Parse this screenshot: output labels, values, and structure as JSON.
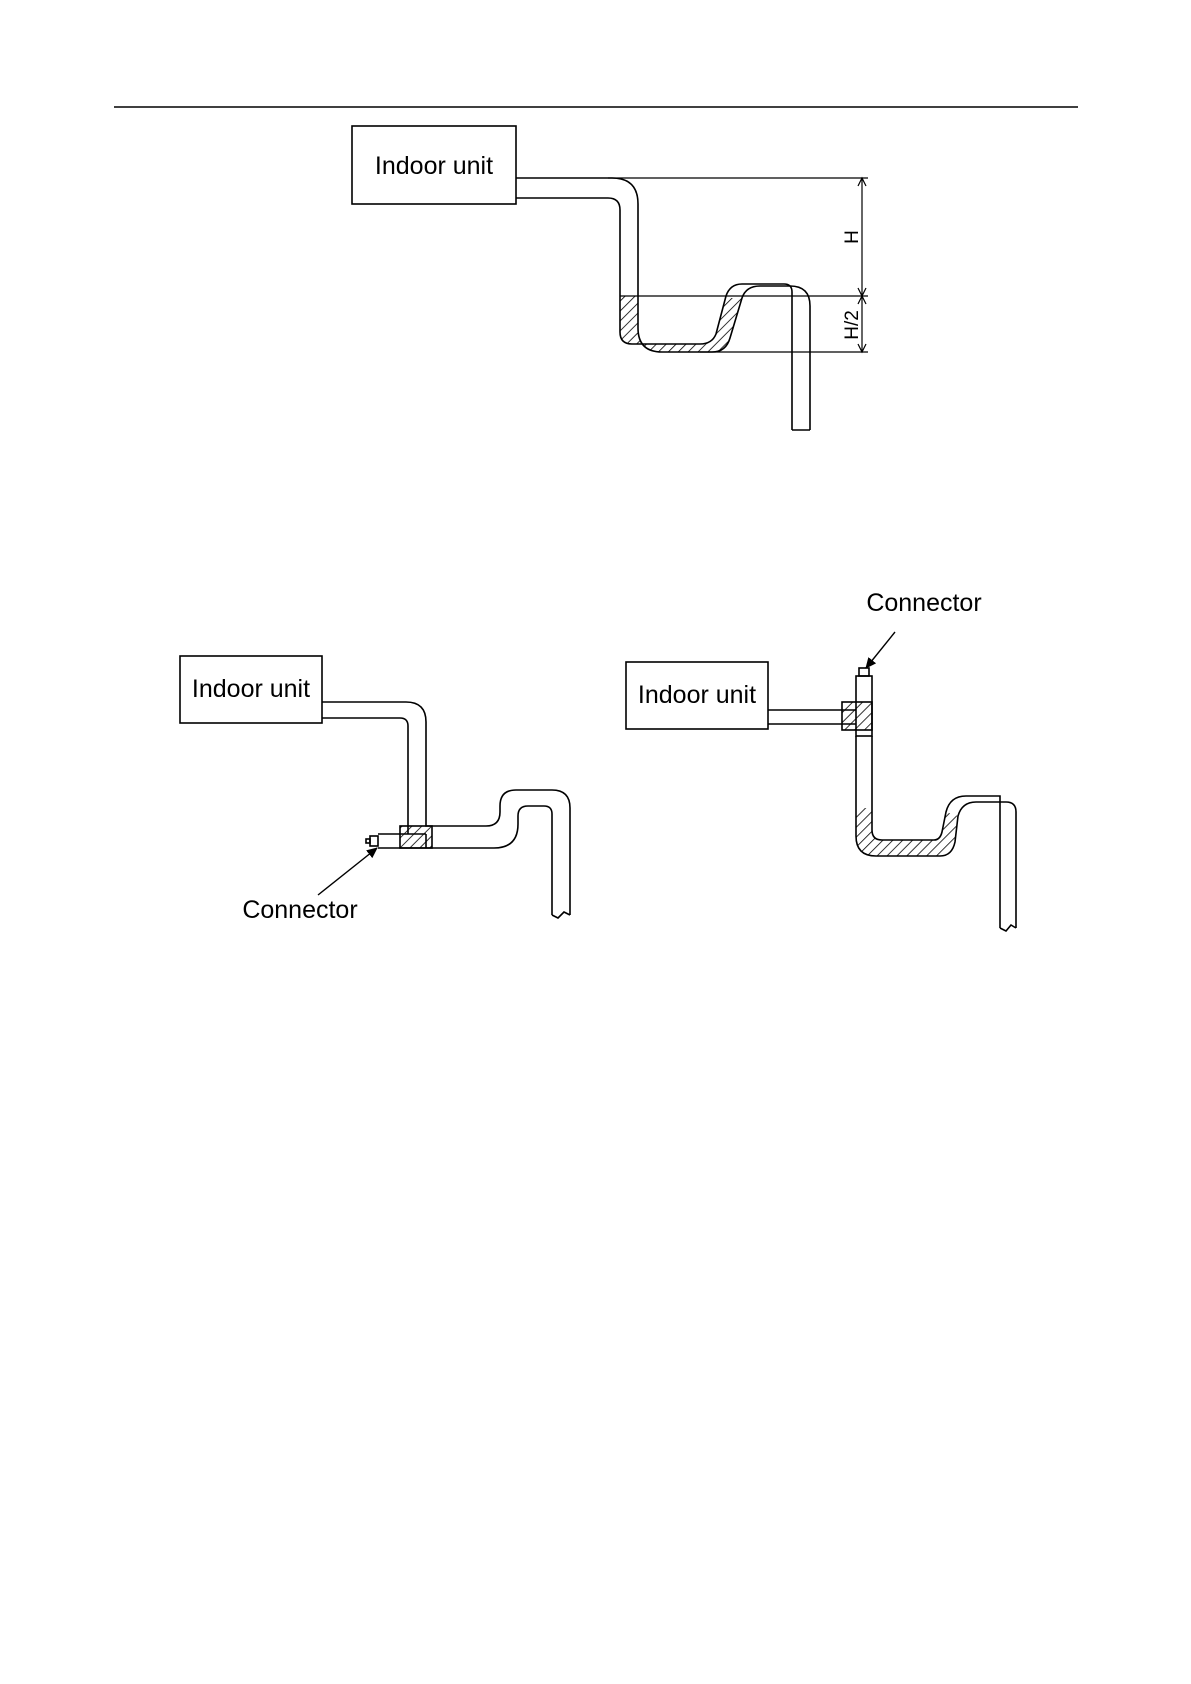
{
  "diagram_top": {
    "unit_label": "Indoor unit",
    "dim_h": "H",
    "dim_h2": "H/2"
  },
  "diagram_left": {
    "unit_label": "Indoor unit",
    "connector_label": "Connector"
  },
  "diagram_right": {
    "unit_label": "Indoor unit",
    "connector_label": "Connector"
  },
  "colors": {
    "line": "#000000",
    "background": "#ffffff"
  }
}
